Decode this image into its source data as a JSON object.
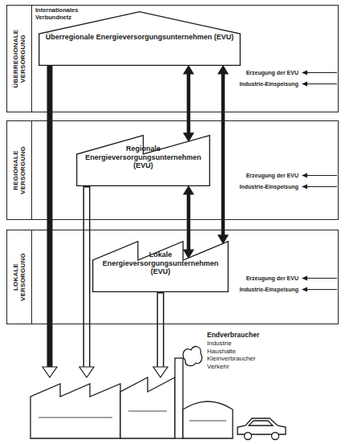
{
  "diagram": {
    "nodes": [
      {
        "text": [
          "ÜBERREGIONALE VERSORGUNG"
        ]
      },
      {
        "text": [
          "Überregionale Energieversorgungsunternehmen (EVU)"
        ],
        "in": 0
      },
      {
        "text": [
          "REGIONALE VERSORGUNG"
        ]
      },
      {
        "text": [
          "Regionale Energieversorgungsunternehmen (EVU)"
        ],
        "in": 2
      },
      {
        "text": [
          "LOKALE VERSORGUNG"
        ]
      },
      {
        "text": [
          "Lokale Energieversorgungsunternehmen (EVU)"
        ],
        "in": 4
      },
      {
        "text": [
          "Endverbraucher",
          "Industrie Haushalte Kleinverbraucher Verkehr"
        ]
      }
    ],
    "edges": [
      {
        "from": 1,
        "to": 6,
        "arrow": "to"
      },
      {
        "from": 1,
        "to": 3,
        "arrow": "both"
      },
      {
        "from": 1,
        "to": 5,
        "arrow": "both"
      },
      {
        "from": 3,
        "to": 5,
        "arrow": "both"
      },
      {
        "from": 3,
        "to": 6,
        "arrow": "to"
      },
      {
        "from": 5,
        "to": 6,
        "arrow": "to"
      }
    ],
    "labels": [
      "Internationales Verbundnetz",
      "Erzeugung der EVU",
      "Industrie-Einspeisung",
      "Erzeugung der EVU",
      "Industrie-Einspeisung",
      "Erzeugung der EVU",
      "Industrie-Einspeisung"
    ]
  }
}
